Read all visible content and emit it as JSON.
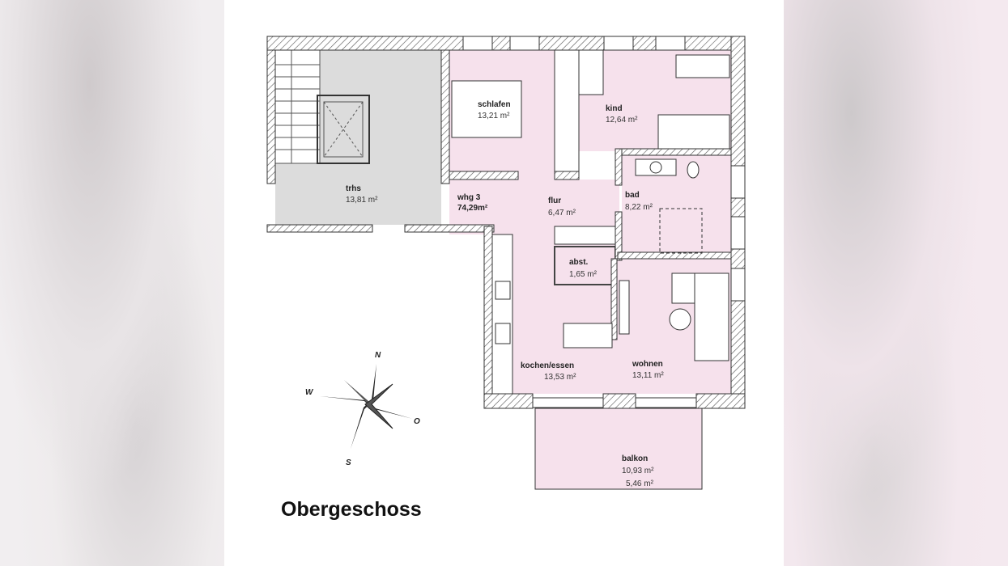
{
  "title": "Obergeschoss",
  "apartment": {
    "name": "whg 3",
    "area": "74,29m²"
  },
  "rooms": [
    {
      "name": "trhs",
      "area": "13,81 m²"
    },
    {
      "name": "schlafen",
      "area": "13,21 m²"
    },
    {
      "name": "kind",
      "area": "12,64 m²"
    },
    {
      "name": "flur",
      "area": "6,47 m²"
    },
    {
      "name": "bad",
      "area": "8,22 m²"
    },
    {
      "name": "abst.",
      "area": "1,65 m²"
    },
    {
      "name": "kochen/essen",
      "area": "13,53 m²"
    },
    {
      "name": "wohnen",
      "area": "13,11 m²"
    },
    {
      "name": "balkon",
      "area": "10,93 m²",
      "area2": "5,46 m²"
    }
  ],
  "compass": {
    "n": "N",
    "s": "S",
    "w": "W",
    "o": "O"
  },
  "colors": {
    "room": "#f6e1ec",
    "stair": "#dcdcdc",
    "wall": "#444444"
  }
}
